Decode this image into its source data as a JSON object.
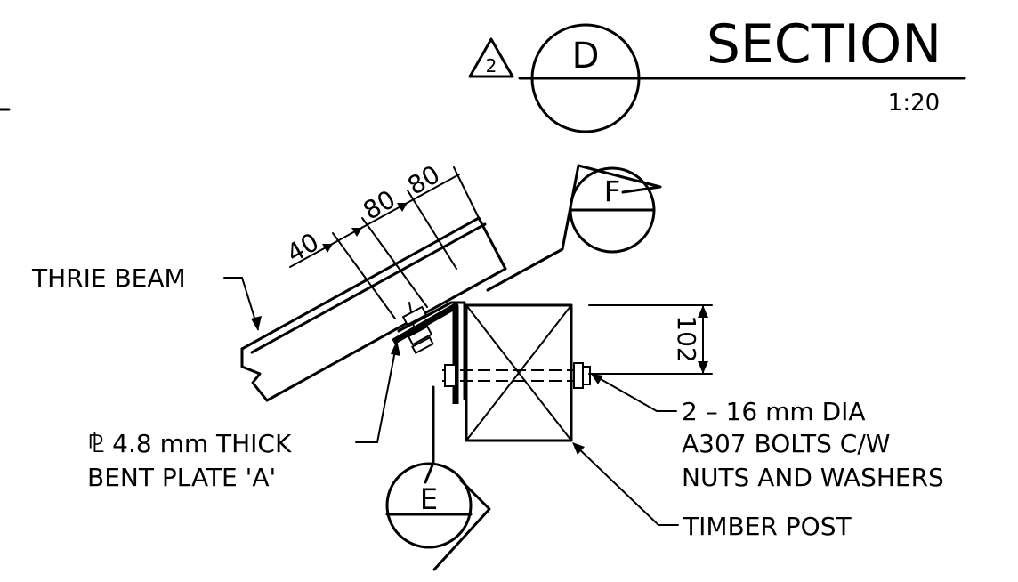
{
  "title": {
    "revision": "2",
    "section_letter": "D",
    "word": "SECTION",
    "scale": "1:20"
  },
  "markers": {
    "f": "F",
    "e": "E"
  },
  "dimensions": {
    "d40": "40",
    "d80a": "80",
    "d80b": "80",
    "d102": "102"
  },
  "labels": {
    "thrie_beam": "THRIE BEAM",
    "plate_line1": "⅊ 4.8 mm THICK",
    "plate_line2": "BENT PLATE 'A'",
    "bolts_line1": "2 – 16 mm DIA",
    "bolts_line2": "A307 BOLTS C/W",
    "bolts_line3": "NUTS AND WASHERS",
    "timber_post": "TIMBER POST"
  }
}
